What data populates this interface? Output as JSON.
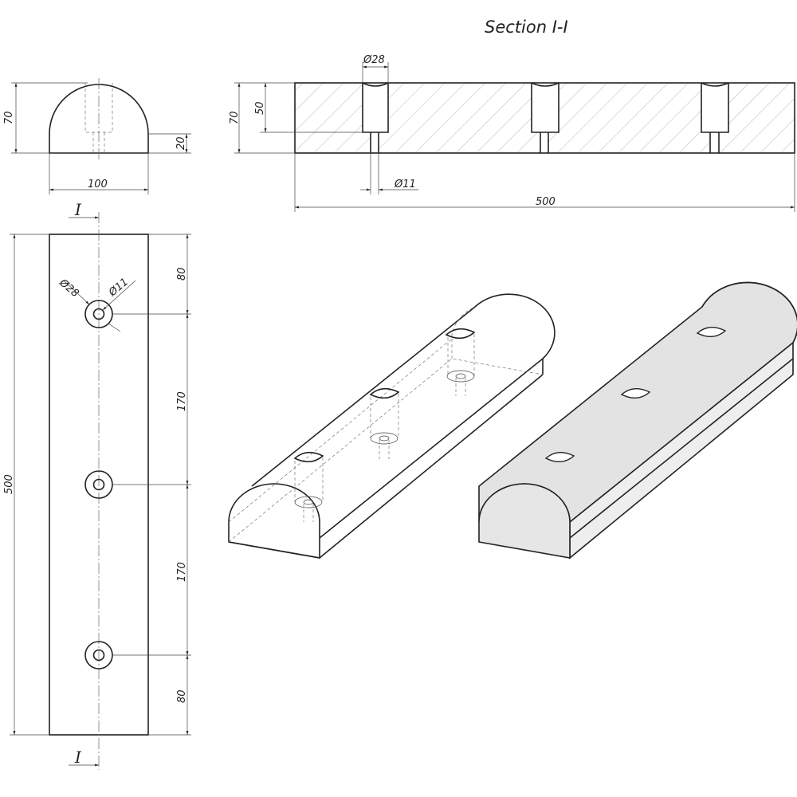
{
  "section_title": "Section I-I",
  "section_marker": "I",
  "dims": {
    "height": "70",
    "ledge": "20",
    "width": "100",
    "counterbore_depth": "50",
    "counterbore_dia": "Ø28",
    "hole_dia": "Ø11",
    "length": "500",
    "end_offset": "80",
    "pitch": "170"
  },
  "colors": {
    "line": "#222222",
    "rendered_fill": "#e3e3e3",
    "background": "#ffffff"
  }
}
